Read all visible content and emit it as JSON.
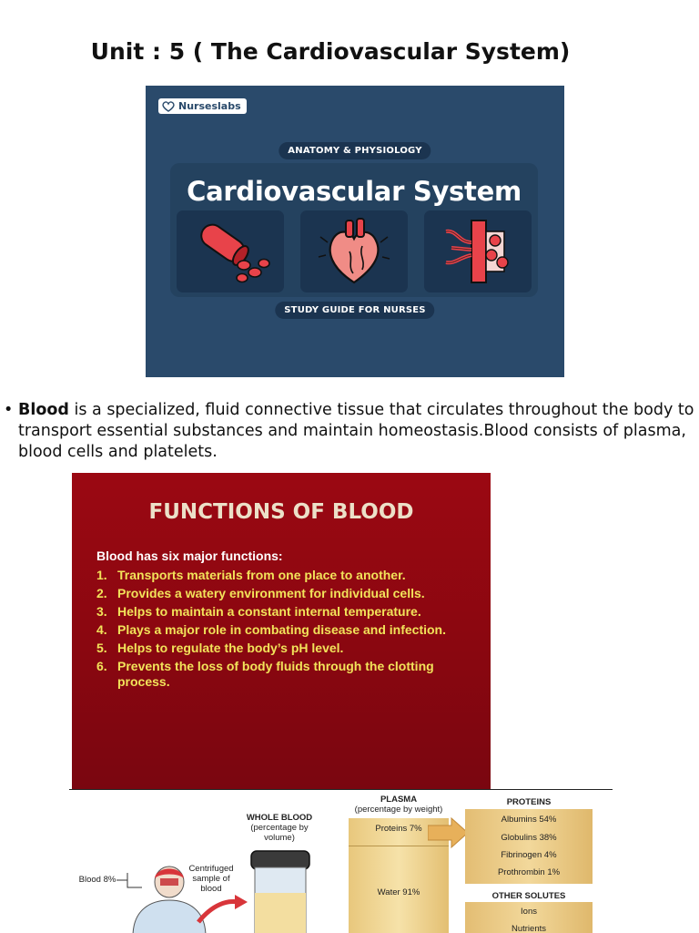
{
  "page": {
    "title": "Unit : 5  ( The Cardiovascular System)"
  },
  "banner": {
    "brand": "Nurseslabs",
    "top_pill": "ANATOMY & PHYSIOLOGY",
    "heading": "Cardiovascular System",
    "bottom_pill": "STUDY GUIDE FOR NURSES",
    "icons": [
      "blood-vessel-icon",
      "heart-icon",
      "capillary-icon"
    ],
    "colors": {
      "background": "#2a4a6b",
      "tile": "#1b3450",
      "accent_red": "#e8434a"
    }
  },
  "paragraph": {
    "term": "Blood",
    "text": " is a specialized, fluid connective tissue that circulates throughout the body to transport essential substances and maintain homeostasis.Blood consists of plasma, blood cells and platelets."
  },
  "functions_slide": {
    "title": "FUNCTIONS OF BLOOD",
    "intro": "Blood has six major functions:",
    "items": [
      {
        "num": "1.",
        "text": "Transports materials from one place to another."
      },
      {
        "num": "2.",
        "text": "Provides a watery environment for individual cells."
      },
      {
        "num": "3.",
        "text": "Helps to maintain a constant internal temperature."
      },
      {
        "num": "4.",
        "text": "Plays a major role in combating disease and infection."
      },
      {
        "num": "5.",
        "text": "Helps to regulate the body’s pH level."
      },
      {
        "num": "6.",
        "text": "Prevents the loss of body fluids through the clotting process."
      }
    ],
    "colors": {
      "background": "#8a0710",
      "title": "#ece0c8",
      "items": "#f2e35a"
    }
  },
  "diagram": {
    "plasma_title": "PLASMA",
    "plasma_sub": "(percentage by weight)",
    "whole_blood_title": "WHOLE BLOOD",
    "whole_blood_sub": "(percentage by volume)",
    "blood_pct": "Blood 8%",
    "centrifuged": "Centrifuged sample of blood",
    "proteins_pct": "Proteins 7%",
    "water_pct": "Water 91%",
    "proteins_title": "PROTEINS",
    "proteins": [
      "Albumins 54%",
      "Globulins 38%",
      "Fibrinogen 4%",
      "Prothrombin 1%"
    ],
    "other_solutes_title": "OTHER SOLUTES",
    "other_solutes": [
      "Ions",
      "Nutrients"
    ]
  }
}
